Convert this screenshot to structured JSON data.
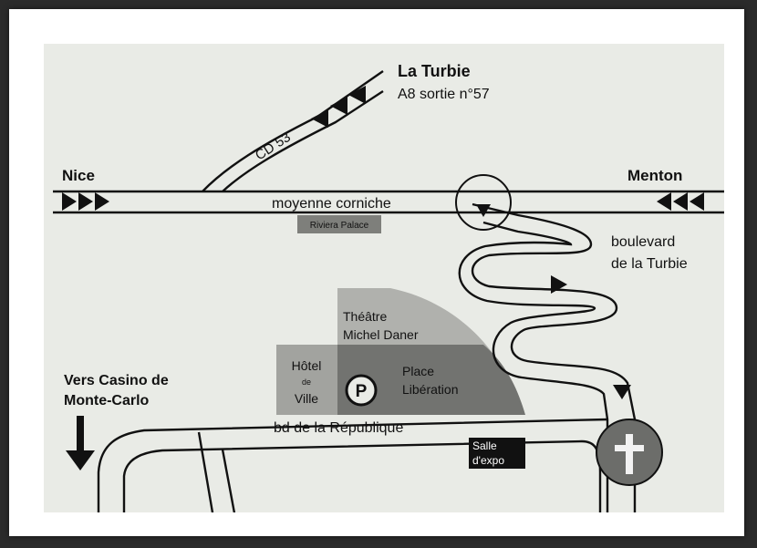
{
  "places": {
    "la_turbie_title": "La Turbie",
    "a8_exit": "A8 sortie n°57",
    "nice": "Nice",
    "menton": "Menton",
    "cd53": "CD 53",
    "moyenne_corniche": "moyenne corniche",
    "riviera_palace": "Riviera Palace",
    "boulevard_line1": "boulevard",
    "boulevard_line2": "de la Turbie",
    "theatre_line1": "Théâtre",
    "theatre_line2": "Michel Daner",
    "hotel_line1": "Hôtel",
    "hotel_line2": "de",
    "hotel_line3": "Ville",
    "parking": "P",
    "place_line1": "Place",
    "place_line2": "Libération",
    "casino_line1": "Vers Casino de",
    "casino_line2": "Monte-Carlo",
    "bd_republique": "bd de la République",
    "salle_line1": "Salle",
    "salle_line2": "d'expo"
  },
  "icons": {
    "church": "cross-icon",
    "direction": "arrow-icon"
  },
  "colors": {
    "card_bg": "#e9ebe6",
    "road_stroke": "#111111",
    "light_zone": "#a9aaa6",
    "dark_zone": "#6f706c",
    "label_box": "#7e7f7b",
    "salle_box": "#111111",
    "church_fill": "#6c6d6a"
  }
}
